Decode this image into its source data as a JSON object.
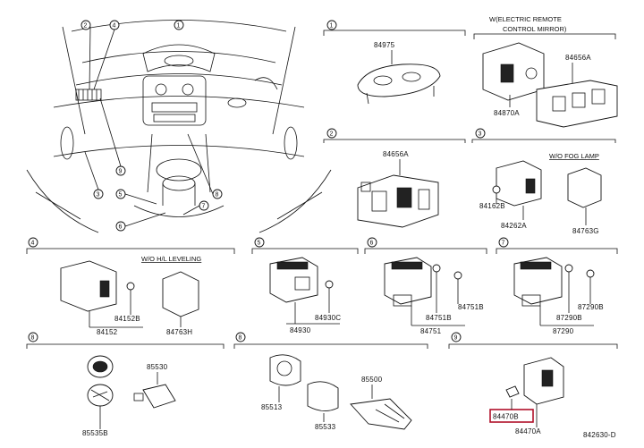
{
  "diagram_id": "842630-D",
  "overview": {
    "callouts": [
      "1",
      "2",
      "3",
      "4",
      "5",
      "6",
      "7",
      "8",
      "9"
    ]
  },
  "sections": [
    {
      "id": "1",
      "note": "",
      "parts": [
        "84975"
      ]
    },
    {
      "id": "2",
      "note": "",
      "parts": [
        "84656A"
      ]
    },
    {
      "id": "W",
      "note_line1": "W(ELECTRIC REMOTE",
      "note_line2": "CONTROL MIRROR)",
      "parts": [
        "84656A",
        "84870A"
      ]
    },
    {
      "id": "3",
      "note": "W/O FOG LAMP",
      "parts": [
        "84162B",
        "84262A",
        "84763G"
      ]
    },
    {
      "id": "4",
      "note": "W/O H/L LEVELING",
      "parts": [
        "84152B",
        "84152",
        "84763H"
      ]
    },
    {
      "id": "5",
      "note": "",
      "parts": [
        "84930C",
        "84930"
      ]
    },
    {
      "id": "6",
      "note": "",
      "parts": [
        "84751B",
        "84751B",
        "84751"
      ]
    },
    {
      "id": "7",
      "note": "",
      "parts": [
        "87290B",
        "87290B",
        "87290"
      ]
    },
    {
      "id": "8",
      "note": "",
      "parts": [
        "85530",
        "85535B"
      ]
    },
    {
      "id": "8b",
      "note": "",
      "parts": [
        "85500",
        "85513",
        "85533"
      ]
    },
    {
      "id": "9",
      "note": "",
      "parts": [
        "84470B",
        "84470A"
      ]
    }
  ],
  "highlight_part": "84470B",
  "colors": {
    "line": "#111111",
    "highlight": "#b0102a"
  }
}
